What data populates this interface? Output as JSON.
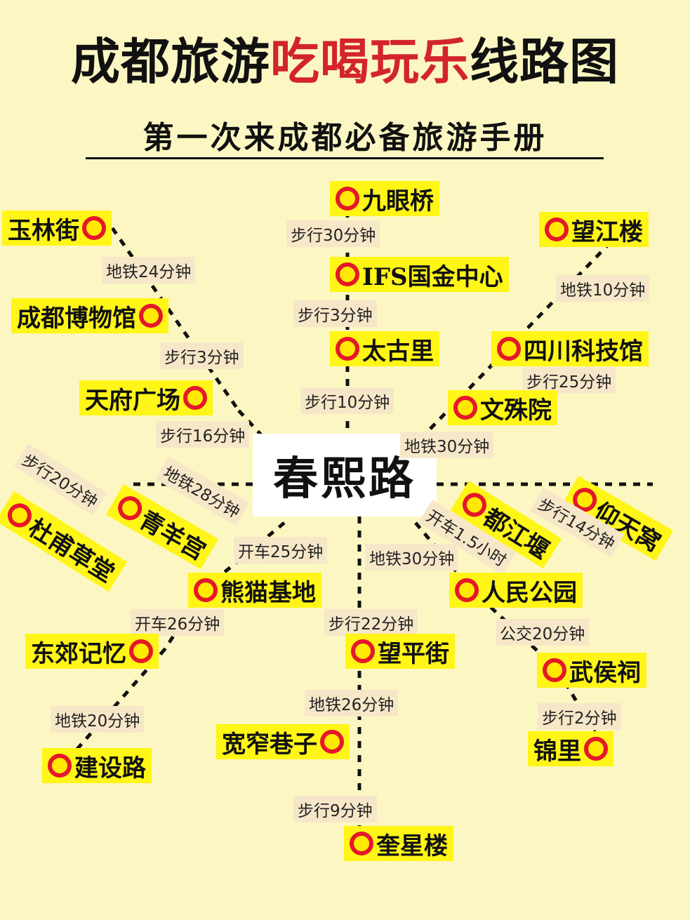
{
  "title": {
    "part1": "成都旅游",
    "part2": "吃喝玩乐",
    "part3": "线路图",
    "highlight_color": "#d3242b"
  },
  "subtitle": "第一次来成都必备旅游手册",
  "hub": "春熙路",
  "colors": {
    "background": "#fcf7c2",
    "label_bg": "#fff516",
    "dot_ring": "#e5172a",
    "travel_bg": "#f7e7c9"
  },
  "stations": {
    "jiuyanqiao": "九眼桥",
    "ifs": "IFS国金中心",
    "taiguli": "太古里",
    "yulinjie": "玉林街",
    "chengdu_museum": "成都博物馆",
    "tianfu_square": "天府广场",
    "wangjianglou": "望江楼",
    "sichuan_science": "四川科技馆",
    "wenshuyuan": "文殊院",
    "dujiangyan": "都江堰",
    "yangtianwo": "仰天窝",
    "dufu_caotang": "杜甫草堂",
    "qingyanggong": "青羊宫",
    "panda_base": "熊猫基地",
    "dongjiao_jiyi": "东郊记忆",
    "jiansheilu": "建设路",
    "wangpingjie": "望平街",
    "kuanzhai_xiangzi": "宽窄巷子",
    "kuixinglou": "奎星楼",
    "renmin_park": "人民公园",
    "wuhouci": "武侯祠",
    "jinli": "锦里"
  },
  "travel": {
    "jiuyan_ifs": "步行30分钟",
    "ifs_taiguli": "步行3分钟",
    "taiguli_hub": "步行10分钟",
    "yulin_museum": "地铁24分钟",
    "museum_tianfu": "步行3分钟",
    "tianfu_hub": "步行16分钟",
    "wangjiang_science": "地铁10分钟",
    "science_wenshu": "步行25分钟",
    "wenshu_hub": "地铁30分钟",
    "dufu_hub": "步行20分钟",
    "qingyang_hub": "地铁28分钟",
    "dujiang_hub": "开车1.5小时",
    "yangtian_hub": "步行14分钟",
    "panda_hub": "开车25分钟",
    "dongjiao_panda": "开车26分钟",
    "dongjiao_jianshe": "地铁20分钟",
    "renmin_hub": "地铁30分钟",
    "wangping_hub": "步行22分钟",
    "wangping_kuanzhai": "地铁26分钟",
    "kuanzhai_kuixing": "步行9分钟",
    "renmin_wuhou": "公交20分钟",
    "wuhou_jinli": "步行2分钟"
  }
}
